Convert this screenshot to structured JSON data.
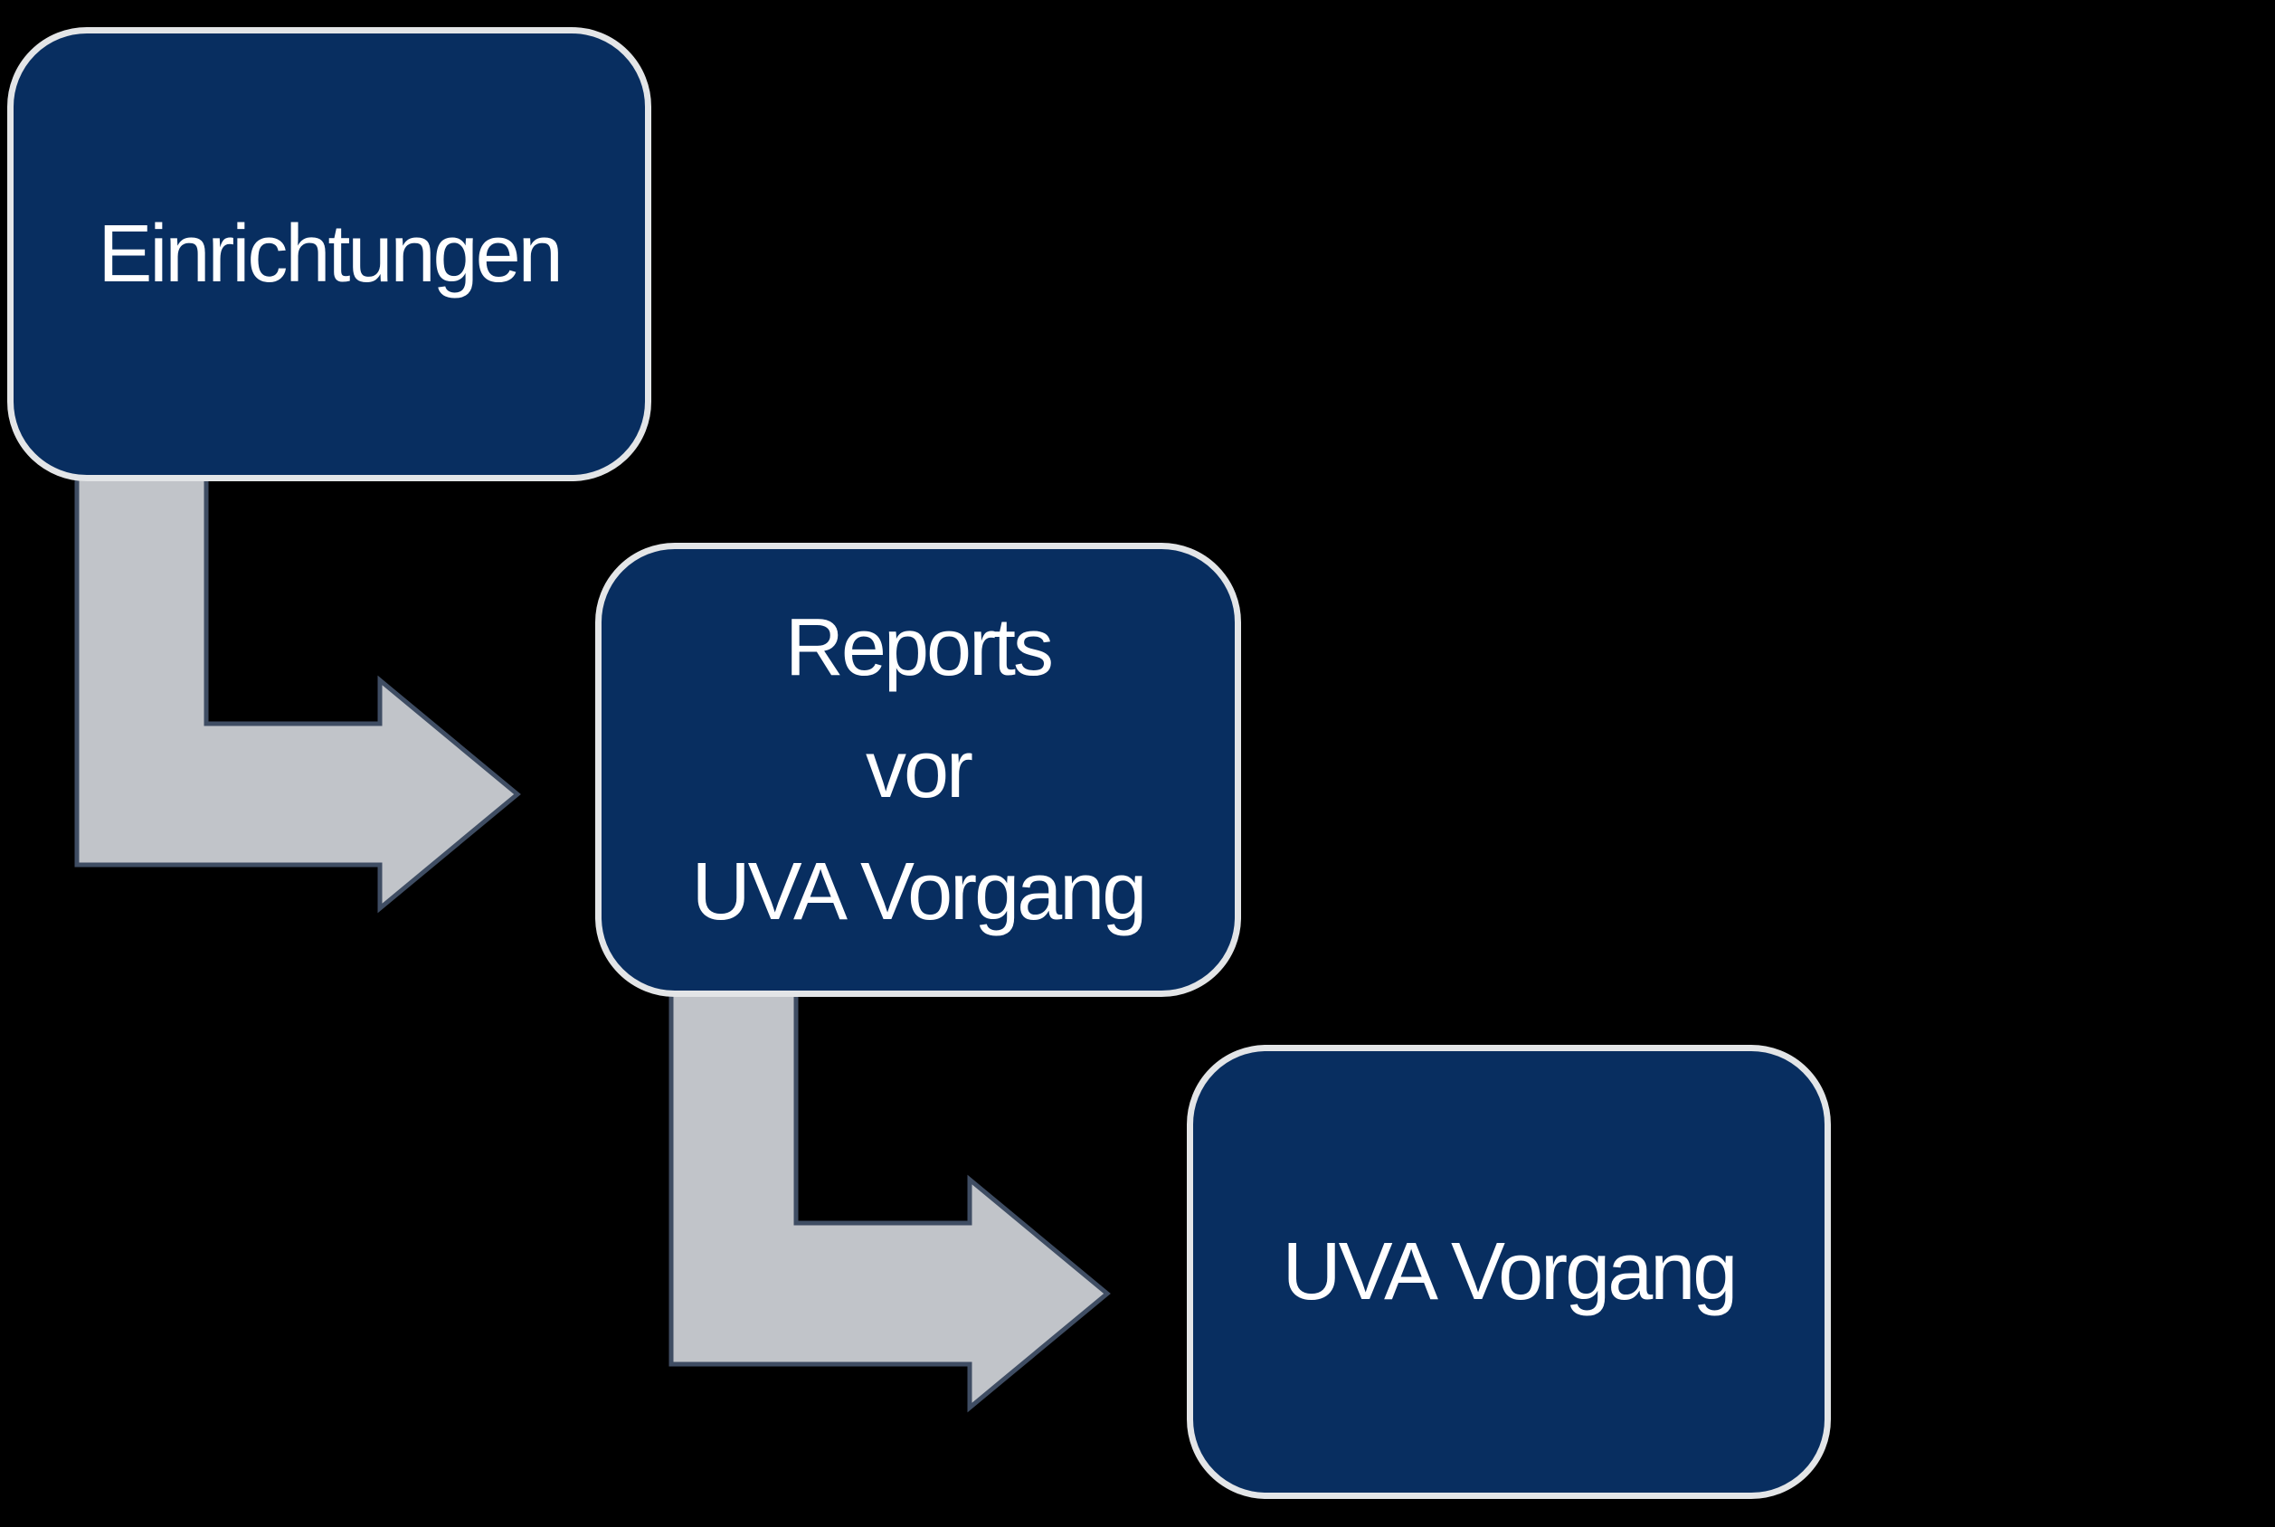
{
  "diagram": {
    "type": "stepped-flow",
    "background": "#000000",
    "boxes": [
      {
        "id": "einrichtungen",
        "label": "Einrichtungen"
      },
      {
        "id": "reports-vor-uva-vorgang",
        "lines": [
          "Reports",
          "vor",
          "UVA Vorgang"
        ]
      },
      {
        "id": "uva-vorgang",
        "label": "UVA Vorgang"
      }
    ],
    "connectors": [
      {
        "from": "einrichtungen",
        "to": "reports-vor-uva-vorgang",
        "shape": "elbow-down-right-arrow"
      },
      {
        "from": "reports-vor-uva-vorgang",
        "to": "uva-vorgang",
        "shape": "elbow-down-right-arrow"
      }
    ],
    "colors": {
      "background": "#000000",
      "box_fill": "#082E60",
      "box_border": "#E3E5E7",
      "box_text": "#FFFFFF",
      "arrow_fill": "#C1C4C9",
      "arrow_outline": "#3F4D63"
    }
  }
}
